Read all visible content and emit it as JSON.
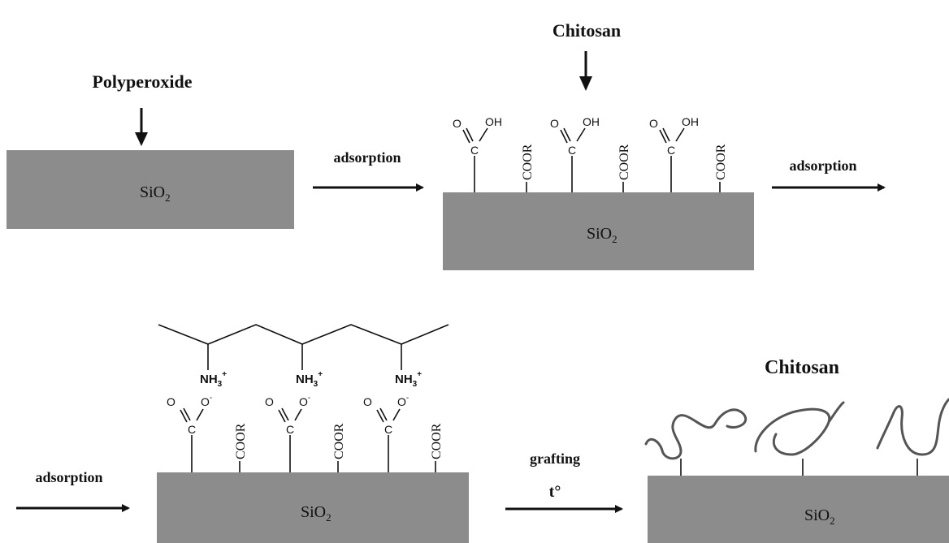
{
  "reagents": {
    "polyperoxide": "Polyperoxide",
    "chitosan_top": "Chitosan",
    "chitosan_bottom": "Chitosan"
  },
  "steps": {
    "adsorption_1": "adsorption",
    "adsorption_2": "adsorption",
    "adsorption_3": "adsorption",
    "grafting": "grafting",
    "temperature": "t°"
  },
  "substrate": {
    "base": "SiO",
    "subscript": "2"
  },
  "groups": {
    "carbon": "C",
    "oxygen": "O",
    "hydroxyl": "OH",
    "ester": "COOR",
    "carboxylate_charge": "-",
    "ammonium_base": "NH",
    "ammonium_sub": "3",
    "ammonium_charge": "+"
  }
}
